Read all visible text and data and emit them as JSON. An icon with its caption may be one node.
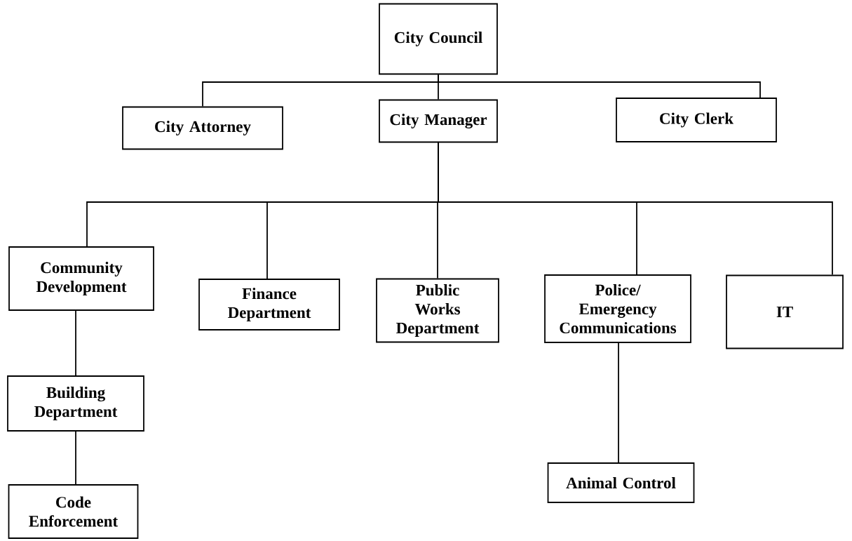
{
  "diagram": {
    "nodes": [
      {
        "text": [
          "City Council"
        ]
      },
      {
        "text": [
          "City Attorney"
        ]
      },
      {
        "text": [
          "City Manager"
        ]
      },
      {
        "text": [
          "City Clerk"
        ]
      },
      {
        "text": [
          "Community Development"
        ]
      },
      {
        "text": [
          "Finance Department"
        ]
      },
      {
        "text": [
          "Public Works Department"
        ]
      },
      {
        "text": [
          "Police/ Emergency Communications"
        ]
      },
      {
        "text": [
          "IT"
        ]
      },
      {
        "text": [
          "Building Department"
        ]
      },
      {
        "text": [
          "Animal Control"
        ]
      },
      {
        "text": [
          "Code Enforcement"
        ]
      }
    ],
    "edges": [
      {
        "from": 0,
        "to": 1,
        "arrow": "none"
      },
      {
        "from": 0,
        "to": 2,
        "arrow": "none"
      },
      {
        "from": 0,
        "to": 3,
        "arrow": "none"
      },
      {
        "from": 2,
        "to": 4,
        "arrow": "none"
      },
      {
        "from": 2,
        "to": 5,
        "arrow": "none"
      },
      {
        "from": 2,
        "to": 6,
        "arrow": "none"
      },
      {
        "from": 2,
        "to": 7,
        "arrow": "none"
      },
      {
        "from": 2,
        "to": 8,
        "arrow": "none"
      },
      {
        "from": 4,
        "to": 9,
        "arrow": "none"
      },
      {
        "from": 9,
        "to": 11,
        "arrow": "none"
      },
      {
        "from": 7,
        "to": 10,
        "arrow": "none"
      }
    ]
  }
}
